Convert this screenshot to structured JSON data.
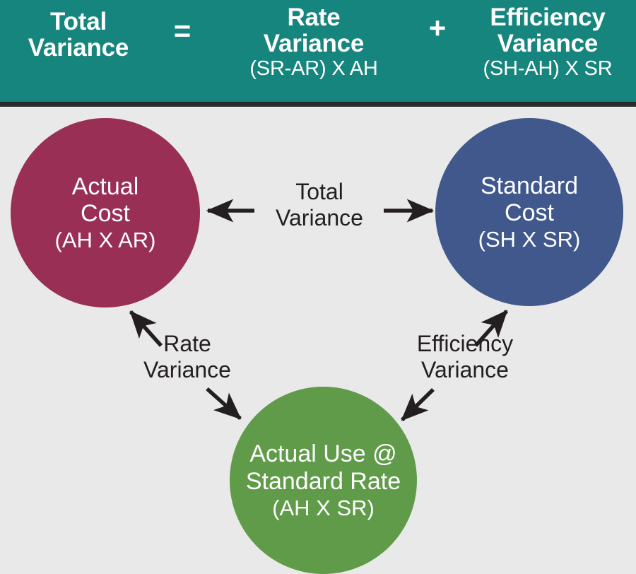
{
  "header": {
    "total_variance": {
      "line1": "Total",
      "line2": "Variance"
    },
    "equals_sign": "=",
    "rate_variance": {
      "line1": "Rate",
      "line2": "Variance",
      "formula": "(SR-AR) X AH"
    },
    "plus_sign": "+",
    "efficiency_variance": {
      "line1": "Efficiency",
      "line2": "Variance",
      "formula": "(SH-AH) X SR"
    }
  },
  "nodes": {
    "actual_cost": {
      "line1": "Actual",
      "line2": "Cost",
      "formula": "(AH X AR)",
      "color": "#9A2F56"
    },
    "standard_cost": {
      "line1": "Standard",
      "line2": "Cost",
      "formula": "(SH X SR)",
      "color": "#41588C"
    },
    "actual_use": {
      "line1": "Actual Use @",
      "line2": "Standard Rate",
      "formula": "(AH X SR)",
      "color": "#609B4A"
    }
  },
  "edges": {
    "total_variance": {
      "line1": "Total",
      "line2": "Variance"
    },
    "rate_variance": {
      "line1": "Rate",
      "line2": "Variance"
    },
    "efficiency_variance": {
      "line1": "Efficiency",
      "line2": "Variance"
    }
  },
  "colors": {
    "banner": "#15857D",
    "banner_rule": "#2b2b2b",
    "background": "#e9e9e9",
    "arrow": "#231f20",
    "maroon": "#9A2F56",
    "blue": "#41588C",
    "green": "#609B4A"
  }
}
